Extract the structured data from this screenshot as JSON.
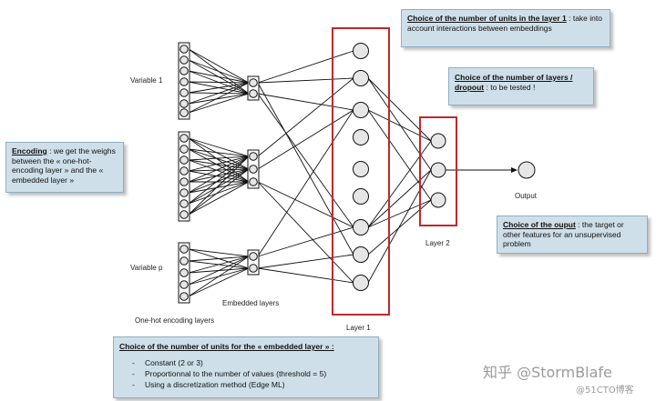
{
  "labels": {
    "variable_1": "Variable 1",
    "variable_p": "Variable p",
    "embedded_layers": "Embedded layers",
    "one_hot_layers": "One-hot encoding layers",
    "layer_1": "Layer 1",
    "layer_2": "Layer 2",
    "output": "Output"
  },
  "notes": {
    "layer1_units": {
      "title": "Choice of the number of units in the layer 1",
      "text": " : take into account interactions between embeddings"
    },
    "layers_dropout": {
      "title": "Choice of the number of layers / dropout",
      "text": ": to be tested !"
    },
    "encoding": {
      "title": "Encoding",
      "text": " : we get the weighs between the « one-hot-encoding layer » and the « embedded layer »"
    },
    "output": {
      "title": "Choice of the ouput",
      "text": ": the target or other features for an unsupervised problem"
    },
    "embedded_units": {
      "title": "Choice of the number of units for the « embedded layer » :",
      "items": [
        "Constant (2 or 3)",
        "Proportionnal to the number of values (threshold = 5)",
        "Using a discretization method (Edge ML)"
      ]
    }
  },
  "watermark": {
    "zhihu": "知乎 @StormBlafe",
    "blog": "@51CTO博客"
  },
  "colors": {
    "highlight_box": "#c0282d",
    "note_bg": "#cfdfe9",
    "node_fill": "#e6e6e6"
  }
}
